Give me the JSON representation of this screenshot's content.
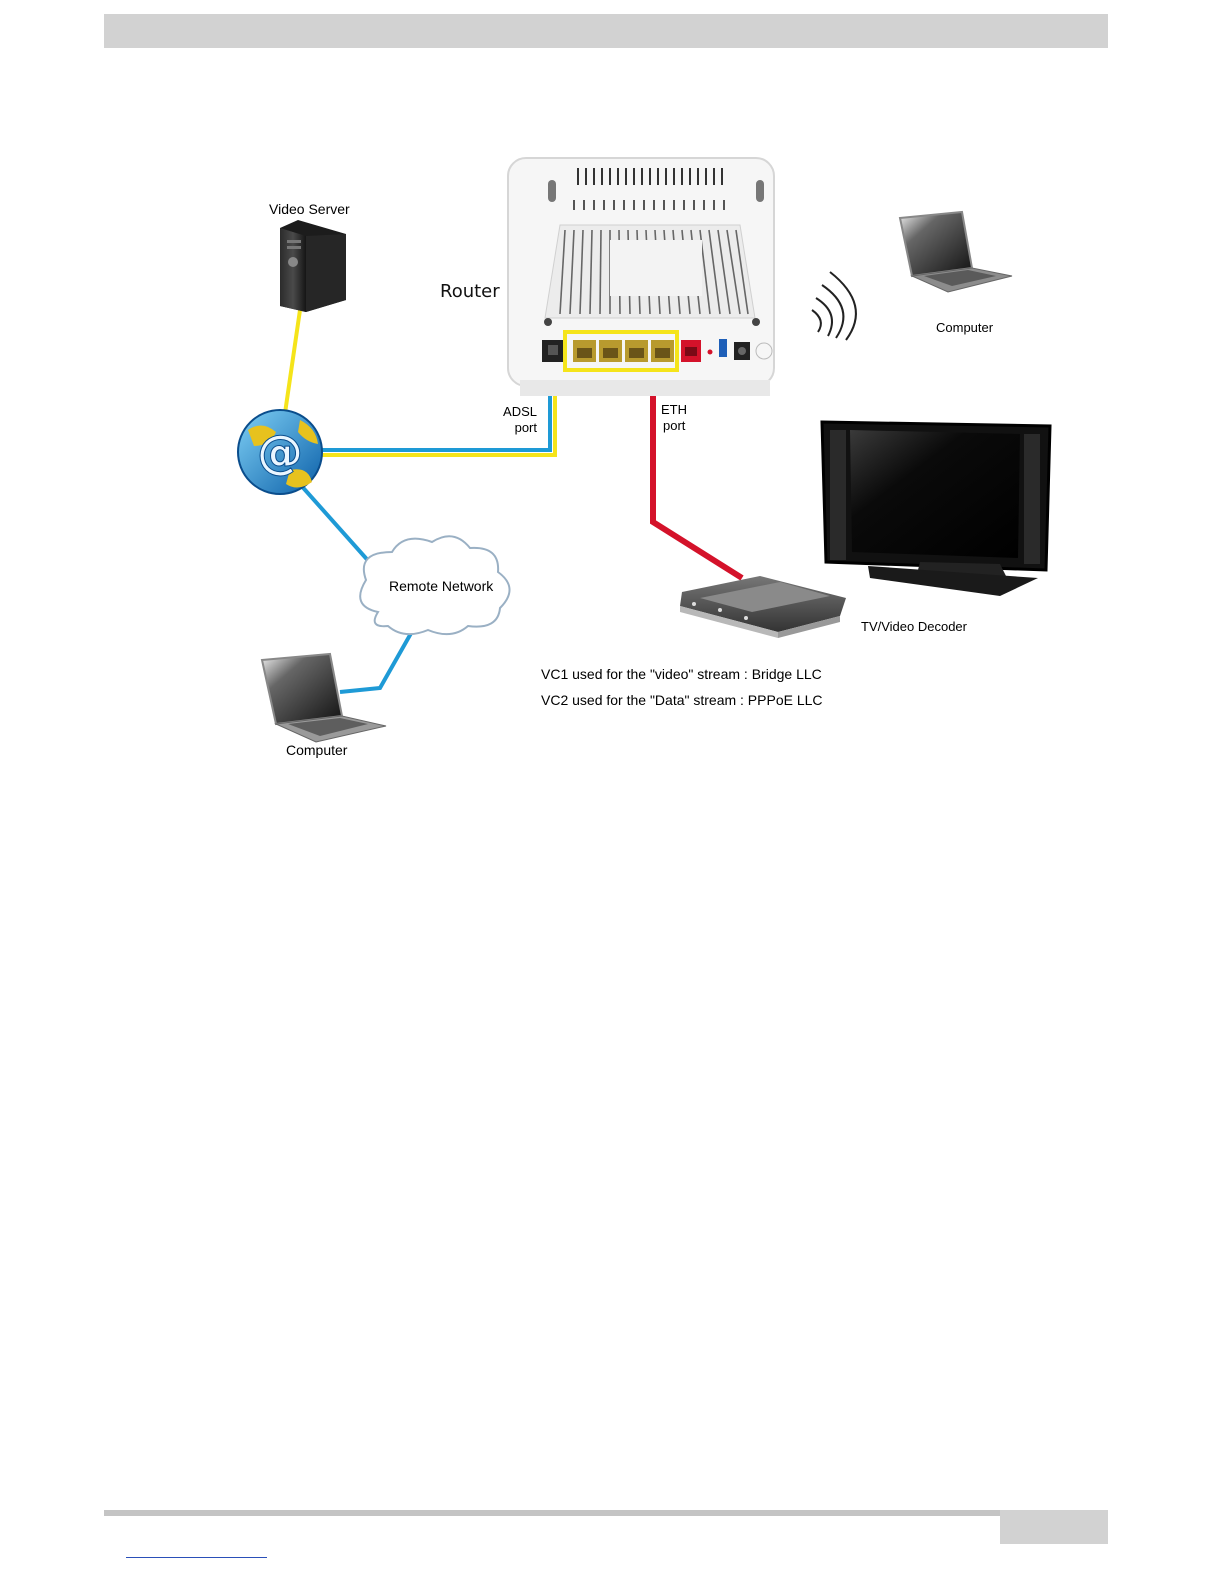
{
  "labels": {
    "video_server": "Video Server",
    "router": "Router",
    "computer_wireless": "Computer",
    "adsl_line1": "ADSL",
    "adsl_line2": "port",
    "eth_line1": "ETH",
    "eth_line2": "port",
    "remote_network": "Remote Network",
    "tv_decoder": "TV/Video Decoder",
    "computer_remote": "Computer",
    "vc1_note": "VC1 used for the \"video\" stream : Bridge LLC",
    "vc2_note": "VC2 used for the \"Data\" stream : PPPoE LLC"
  },
  "colors": {
    "cable_yellow": "#f5e41a",
    "cable_blue": "#1e9ad6",
    "cable_red": "#d4122a",
    "port_highlight": "#f5e41a",
    "header_bar": "#d2d2d2"
  },
  "icons": {
    "server": "video-server-icon",
    "router": "router-icon",
    "internet": "internet-globe-icon",
    "cloud": "remote-network-cloud-icon",
    "laptop": "laptop-icon",
    "tv": "tv-icon",
    "decoder": "decoder-icon",
    "wifi": "wifi-waves-icon"
  }
}
